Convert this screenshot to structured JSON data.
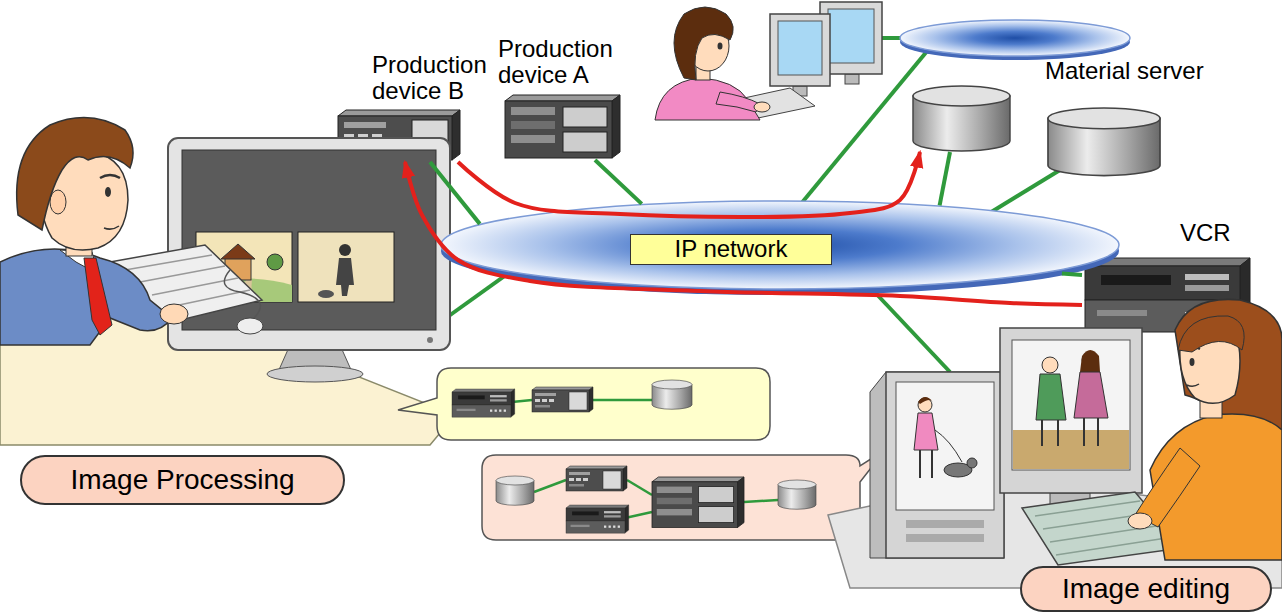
{
  "diagram": {
    "nodes": [
      {
        "text": [
          "Production device B"
        ]
      },
      {
        "text": [
          "Production device A"
        ]
      },
      {
        "text": [
          "Material server"
        ]
      },
      {
        "text": [
          "VCR"
        ]
      },
      {
        "text": [
          "IP network"
        ]
      },
      {
        "text": [
          "Image Processing"
        ]
      },
      {
        "text": [
          "Image editing"
        ]
      }
    ],
    "edges": [
      {
        "from": 3,
        "to": 0,
        "arrow": "to"
      },
      {
        "from": 0,
        "to": 2,
        "arrow": "to"
      },
      {
        "from": 0,
        "to": 4,
        "arrow": "none"
      },
      {
        "from": 1,
        "to": 4,
        "arrow": "none"
      },
      {
        "from": 2,
        "to": 4,
        "arrow": "none"
      },
      {
        "from": 3,
        "to": 4,
        "arrow": "none"
      }
    ]
  }
}
